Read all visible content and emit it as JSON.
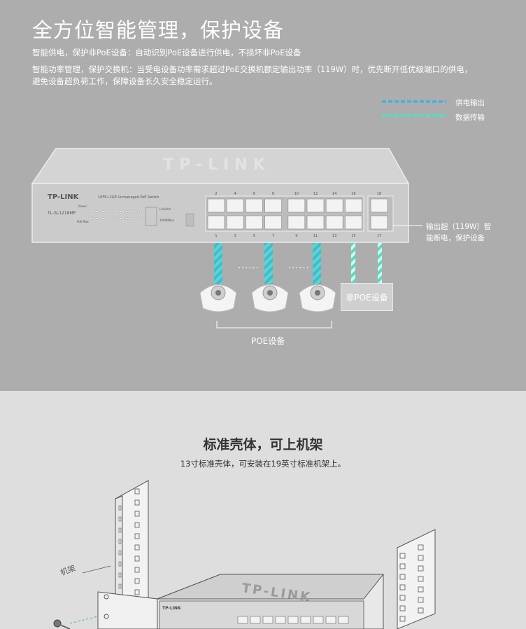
{
  "section1": {
    "title": "全方位智能管理，保护设备",
    "line1": "智能供电，保护非PoE设备：自动识别PoE设备进行供电，不损坏非PoE设备",
    "line2": "智能功率管理，保护交换机：当受电设备功率需求超过PoE交换机额定输出功率（119W）时，优先断开低优级端口的供电，",
    "line3": "避免设备超负荷工作，保障设备长久安全稳定运行。",
    "legend_power": "供电输出",
    "legend_data": "数据传输",
    "note_line1": "输出超（119W）智",
    "note_line2": "能断电，保护设备",
    "poe_label": "POE设备",
    "nonpoe_label": "非POE设备",
    "dots": "......"
  },
  "switch": {
    "brand": "TP-LINK",
    "model": "TL-SL1218MP",
    "desc": "16FE+2GE Unmanaged PoE Switch",
    "top_ports": [
      "2",
      "4",
      "6",
      "8",
      "10",
      "12",
      "14",
      "16",
      "18"
    ],
    "bottom_ports": [
      "1",
      "3",
      "5",
      "7",
      "9",
      "11",
      "13",
      "15",
      "17"
    ],
    "led_power": "Power",
    "led_poe": "PoE Max",
    "link_act": "Link/Act",
    "speed": "1000Mbps"
  },
  "section2": {
    "title": "标准壳体，可上机架",
    "desc": "13寸标准壳体，可安装在19英寸标准机架上。",
    "rack_label": "机架",
    "brand": "TP-LINK"
  },
  "colors": {
    "power": "#4fb0e0",
    "data": "#4fe0c0",
    "top_bg": "#adadad",
    "bottom_bg": "#dedede"
  }
}
